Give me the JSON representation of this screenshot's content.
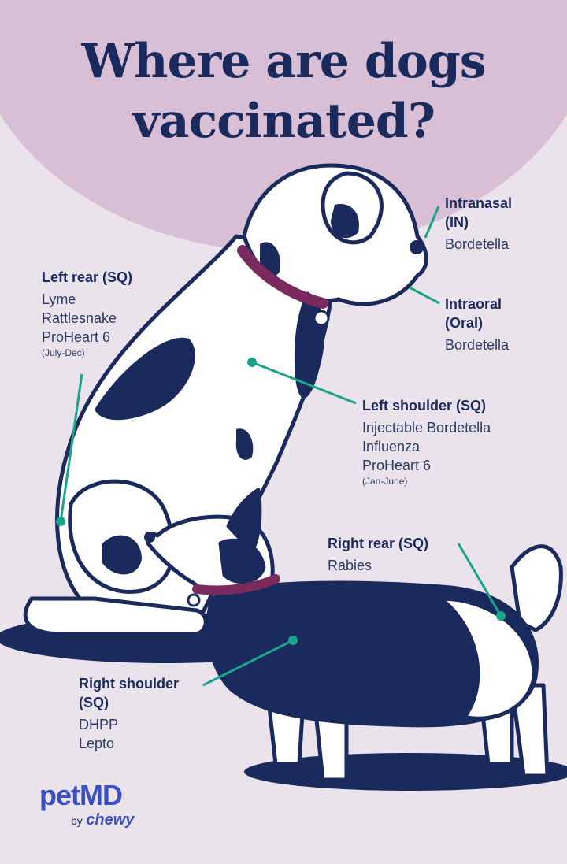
{
  "title": "Where are dogs vaccinated?",
  "colors": {
    "navy": "#1b2a5c",
    "teal": "#1aa48a",
    "collar": "#7b2a5e",
    "title_bg": "#d8bfd6",
    "page_bg": "#ebe3ec",
    "brand": "#3a4fc4"
  },
  "sites": {
    "intranasal": {
      "name": "Intranasal",
      "abbr": "(IN)",
      "vaccines": [
        "Bordetella"
      ]
    },
    "intraoral": {
      "name": "Intraoral",
      "abbr": "(Oral)",
      "vaccines": [
        "Bordetella"
      ]
    },
    "left_rear": {
      "name": "Left rear (SQ)",
      "vaccines": [
        "Lyme",
        "Rattlesnake",
        "ProHeart 6"
      ],
      "note": "(July-Dec)"
    },
    "left_shoulder": {
      "name": "Left shoulder (SQ)",
      "vaccines": [
        "Injectable Bordetella",
        "Influenza",
        "ProHeart 6"
      ],
      "note": "(Jan-June)"
    },
    "right_rear": {
      "name": "Right rear (SQ)",
      "vaccines": [
        "Rabies"
      ]
    },
    "right_shoulder": {
      "name": "Right shoulder",
      "abbr": "(SQ)",
      "vaccines": [
        "DHPP",
        "Lepto"
      ]
    }
  },
  "brand": {
    "logo": "petMD",
    "by": "by",
    "partner": "chewy"
  }
}
